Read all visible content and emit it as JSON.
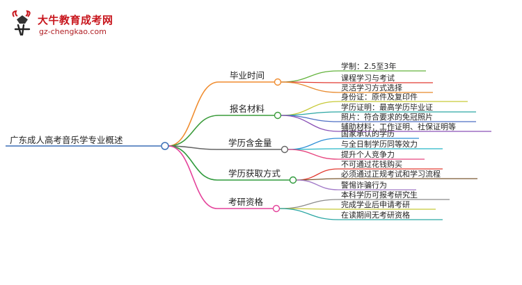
{
  "logo": {
    "title": "大牛教育成考网",
    "url": "gz-chengkao.com"
  },
  "mindmap": {
    "root": {
      "label": "广东成人高考音乐学专业概述",
      "color": "#3b6fb6"
    },
    "branches": [
      {
        "label": "毕业时间",
        "color": "#f08c2e",
        "children": [
          {
            "label": "学制：2.5至3年",
            "color": "#63b33c"
          },
          {
            "label": "课程学习与考试",
            "color": "#e23a31"
          },
          {
            "label": "灵活学习方式选择",
            "color": "#e8892b"
          }
        ]
      },
      {
        "label": "报名材料",
        "color": "#3a9b3a",
        "children": [
          {
            "label": "身份证：原件及复印件",
            "color": "#c7c937"
          },
          {
            "label": "学历证明：最高学历毕业证",
            "color": "#2aa6a3"
          },
          {
            "label": "照片：符合要求的免冠照片",
            "color": "#4e6fc4"
          },
          {
            "label": "辅助材料：工作证明、社保证明等",
            "color": "#8a52b6"
          }
        ]
      },
      {
        "label": "学历含金量",
        "color": "#646464",
        "children": [
          {
            "label": "国家承认的学历",
            "color": "#2e8fd6"
          },
          {
            "label": "与全日制学历同等效力",
            "color": "#26b6c6"
          },
          {
            "label": "提升个人竞争力",
            "color": "#e7447e"
          }
        ]
      },
      {
        "label": "学历获取方式",
        "color": "#2f9a3c",
        "children": [
          {
            "label": "不可通过花钱购买",
            "color": "#e23a31"
          },
          {
            "label": "必须通过正规考试和学习流程",
            "color": "#7a5830"
          },
          {
            "label": "警惕诈骗行为",
            "color": "#a27ac8"
          }
        ]
      },
      {
        "label": "考研资格",
        "color": "#e4419a",
        "children": [
          {
            "label": "本科学历可报考研究生",
            "color": "#8b8b8b"
          },
          {
            "label": "完成学业后申请考研",
            "color": "#c7c937"
          },
          {
            "label": "在读期间无考研资格",
            "color": "#2aa6a3"
          }
        ]
      }
    ]
  }
}
